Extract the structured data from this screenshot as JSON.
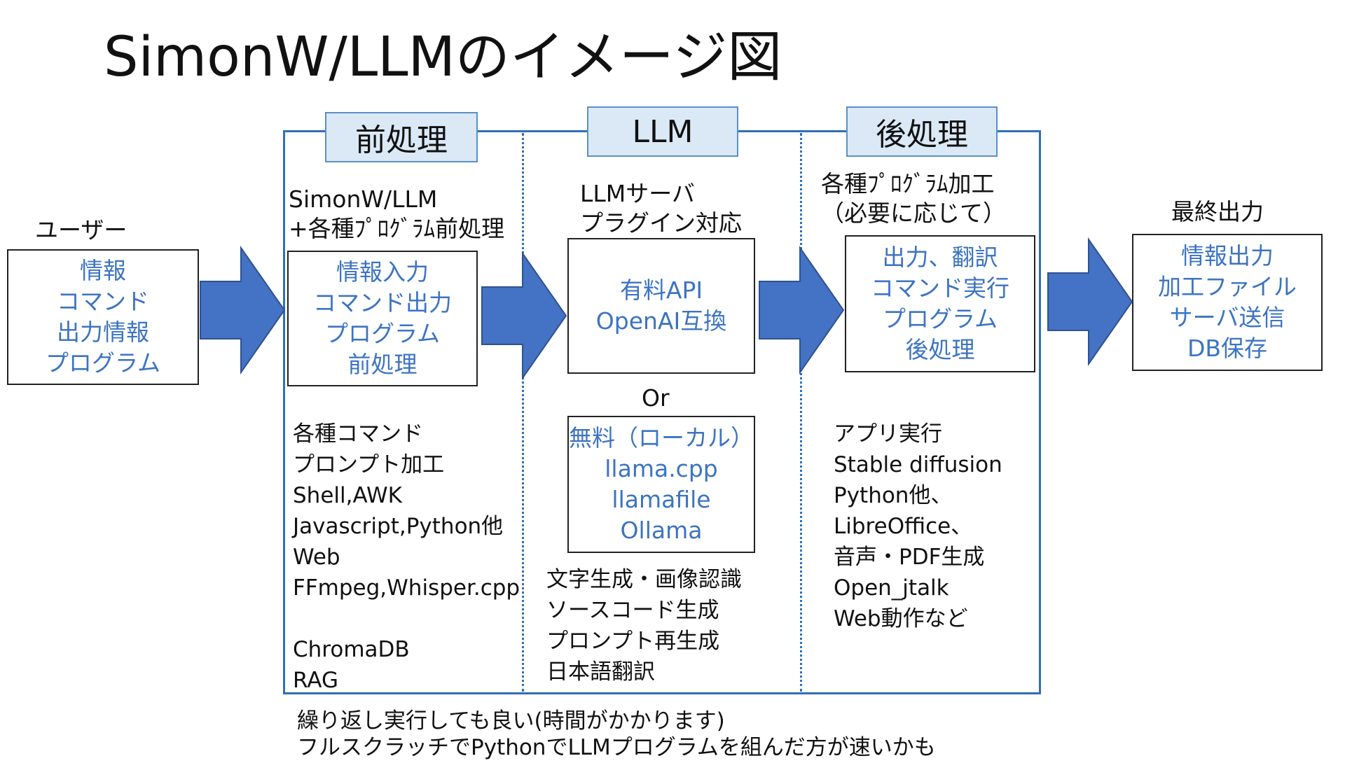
{
  "title": "SimonW/LLMのイメージ図",
  "colors": {
    "accent": "#2f6fb7",
    "arrow": "#4472c4",
    "box_text": "#3c74c2",
    "tab_fill": "#dbe9f7"
  },
  "tabs": {
    "pre": "前処理",
    "llm": "LLM",
    "post": "後処理"
  },
  "user": {
    "caption": "ユーザー",
    "lines": [
      "情報",
      "コマンド",
      "出力情報",
      "プログラム"
    ]
  },
  "pre": {
    "caption": [
      "SimonW/LLM",
      "+各種ﾌﾟﾛｸﾞﾗﾑ前処理"
    ],
    "lines": [
      "情報入力",
      "コマンド出力",
      "プログラム",
      "前処理"
    ],
    "tools": [
      "各種コマンド",
      "プロンプト加工",
      " Shell,AWK",
      "Javascript,Python他",
      "Web",
      "FFmpeg,Whisper.cpp",
      "",
      "ChromaDB",
      "RAG"
    ]
  },
  "llm": {
    "caption": [
      "LLMサーバ",
      "プラグイン対応"
    ],
    "paid": [
      "有料API",
      "OpenAI互換"
    ],
    "or": "Or",
    "free": [
      "無料（ローカル）",
      "llama.cpp",
      "llamafile",
      "Ollama"
    ],
    "uses": [
      "文字生成・画像認識",
      "ソースコード生成",
      "プロンプト再生成",
      "日本語翻訳"
    ]
  },
  "post": {
    "caption": [
      "各種ﾌﾟﾛｸﾞﾗﾑ加工",
      "（必要に応じて）"
    ],
    "lines": [
      "出力、翻訳",
      "コマンド実行",
      "プログラム",
      "後処理"
    ],
    "apps": [
      "アプリ実行",
      " Stable diffusion",
      " Python他、",
      " LibreOffice、",
      " 音声・PDF生成",
      " Open_jtalk",
      " Web動作など"
    ]
  },
  "final": {
    "caption": "最終出力",
    "lines": [
      "情報出力",
      "加工ファイル",
      "サーバ送信",
      "DB保存"
    ]
  },
  "footer": [
    "繰り返し実行しても良い(時間がかかります)",
    "フルスクラッチでPythonでLLMプログラムを組んだ方が速いかも"
  ]
}
